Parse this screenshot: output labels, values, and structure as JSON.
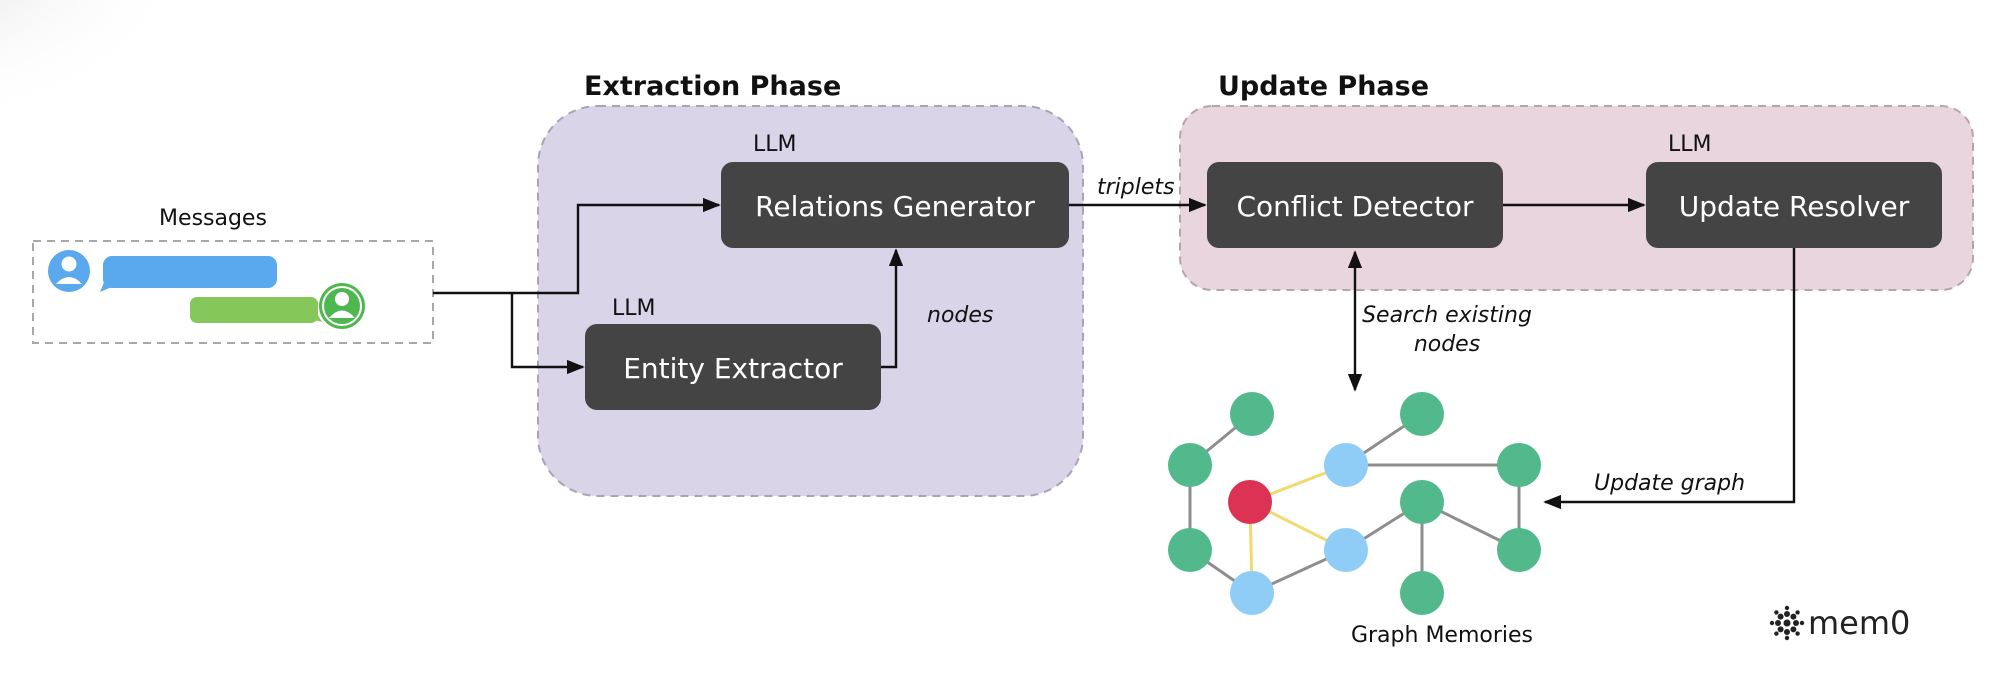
{
  "phases": {
    "extraction": {
      "title": "Extraction Phase"
    },
    "update": {
      "title": "Update Phase"
    }
  },
  "messages": {
    "label": "Messages"
  },
  "boxes": {
    "relations_generator": {
      "label": "Relations Generator",
      "tag": "LLM"
    },
    "entity_extractor": {
      "label": "Entity Extractor",
      "tag": "LLM"
    },
    "conflict_detector": {
      "label": "Conflict Detector"
    },
    "update_resolver": {
      "label": "Update Resolver",
      "tag": "LLM"
    }
  },
  "edge_labels": {
    "triplets": "triplets",
    "nodes": "nodes",
    "search_line1": "Search existing",
    "search_line2": "nodes",
    "update_graph": "Update graph"
  },
  "graph": {
    "label": "Graph Memories"
  },
  "brand": {
    "name": "mem0"
  },
  "colors": {
    "extraction_bg": "#d9d4e8",
    "update_bg": "#e8d5dd",
    "box": "#444444",
    "node_green": "#52b98c",
    "node_blue": "#8fcdf7",
    "node_red": "#dc3355",
    "bubble_blue": "#5aa8ed",
    "bubble_green": "#86c75a"
  }
}
